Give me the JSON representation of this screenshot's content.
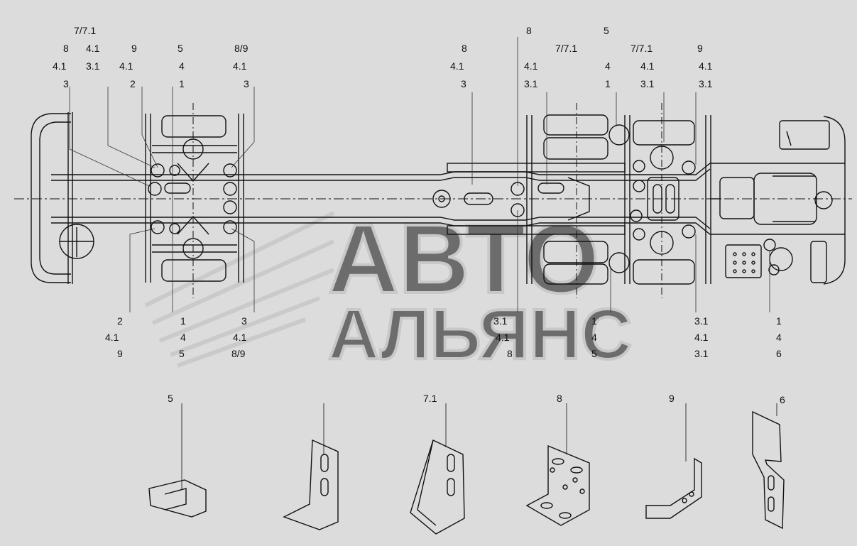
{
  "watermark": {
    "line1": "АВТО",
    "line2": "АЛЬЯНС"
  },
  "callouts": [
    {
      "id": "c1",
      "lines": [
        "7/7.1",
        "4.1",
        "3.1"
      ]
    },
    {
      "id": "c2",
      "lines": [
        "8",
        "4.1",
        "3"
      ]
    },
    {
      "id": "c3",
      "lines": [
        "9",
        "4.1",
        "2"
      ]
    },
    {
      "id": "c4",
      "lines": [
        "5",
        "4",
        "1"
      ]
    },
    {
      "id": "c5",
      "lines": [
        "8/9",
        "4.1",
        "3"
      ]
    },
    {
      "id": "c6",
      "lines": [
        "8",
        "4.1",
        "3"
      ]
    },
    {
      "id": "c7",
      "lines": [
        "8"
      ]
    },
    {
      "id": "c8",
      "lines": [
        "7/7.1",
        "4.1",
        "3.1"
      ]
    },
    {
      "id": "c9",
      "lines": [
        "5",
        "4",
        "1"
      ]
    },
    {
      "id": "c10",
      "lines": [
        "7/7.1",
        "4.1",
        "3.1"
      ]
    },
    {
      "id": "c11",
      "lines": [
        "9",
        "4.1",
        "3.1"
      ]
    },
    {
      "id": "c12",
      "lines": [
        "2",
        "4.1",
        "9"
      ]
    },
    {
      "id": "c13",
      "lines": [
        "1",
        "4",
        "5"
      ]
    },
    {
      "id": "c14",
      "lines": [
        "3",
        "4.1",
        "8/9"
      ]
    },
    {
      "id": "c15",
      "lines": [
        "3.1",
        "4.1",
        "8"
      ]
    },
    {
      "id": "c16",
      "lines": [
        "1",
        "4",
        "5"
      ]
    },
    {
      "id": "c17",
      "lines": [
        "3.1",
        "4.1",
        "3.1"
      ]
    },
    {
      "id": "c18",
      "lines": [
        "1",
        "4",
        "6"
      ]
    }
  ],
  "parts": [
    {
      "id": "p5",
      "label": "5"
    },
    {
      "id": "p7",
      "label": ""
    },
    {
      "id": "p71",
      "label": "7.1"
    },
    {
      "id": "p8",
      "label": "8"
    },
    {
      "id": "p9",
      "label": "9"
    },
    {
      "id": "p6",
      "label": "6"
    }
  ]
}
